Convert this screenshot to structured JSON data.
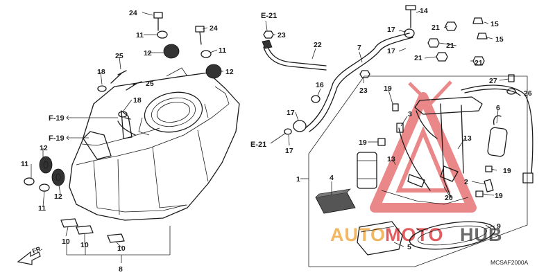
{
  "diagram_code": "MCSAF2000A",
  "callouts": [
    "1",
    "2",
    "3",
    "4",
    "5",
    "6",
    "7",
    "8",
    "9",
    "10",
    "11",
    "12",
    "13",
    "14",
    "15",
    "16",
    "17",
    "18",
    "19",
    "20",
    "21",
    "22",
    "23",
    "24",
    "25",
    "26",
    "27"
  ],
  "references": [
    "F-19",
    "E-21"
  ],
  "front_label": "FR.",
  "watermark": {
    "text": "AUTOMOTOHUB",
    "color_red": "#d9272a",
    "color_orange": "#f0a030"
  }
}
